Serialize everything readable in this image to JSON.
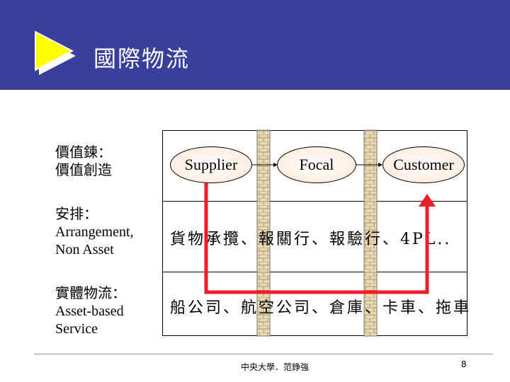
{
  "title": "國際物流",
  "left_labels": [
    {
      "lines": [
        "價值鍊：",
        "價值創造"
      ]
    },
    {
      "lines": [
        "安排：",
        "Arrangement,",
        "Non Asset"
      ]
    },
    {
      "lines": [
        "實體物流：",
        "Asset-based",
        "Service"
      ]
    }
  ],
  "chain": {
    "supplier": "Supplier",
    "focal": "Focal",
    "customer": "Customer"
  },
  "rows": {
    "arrangement": "貨物承攬、報關行、報驗行、4PL..",
    "physical": "船公司、航空公司、倉庫、卡車、拖車"
  },
  "footer": {
    "text": "中央大學．范錚強",
    "page": "8"
  },
  "colors": {
    "header": "#3a3f9b",
    "arrow_red": "#ee1c24",
    "wall": "#e9d9b3",
    "ellipse_fill": "#fde7d3"
  }
}
